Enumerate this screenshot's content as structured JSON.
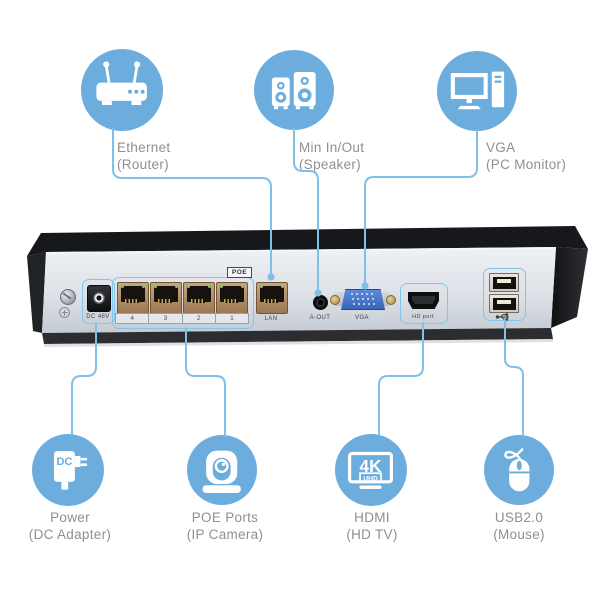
{
  "callouts": {
    "ethernet": {
      "line1": "Ethernet",
      "line2": "(Router)"
    },
    "speaker": {
      "line1": "Min In/Out",
      "line2": "(Speaker)"
    },
    "vga": {
      "line1": "VGA",
      "line2": "(PC Monitor)"
    },
    "power": {
      "line1": "Power",
      "line2": "(DC Adapter)"
    },
    "poe": {
      "line1": "POE Ports",
      "line2": "(IP Camera)"
    },
    "hdmi": {
      "line1": "HDMI",
      "line2": "(HD TV)"
    },
    "usb": {
      "line1": "USB2.0",
      "line2": "(Mouse)"
    }
  },
  "device": {
    "dc_label": "DC 48V",
    "poe_tag": "POE",
    "poe_numbers": [
      "4",
      "3",
      "2",
      "1"
    ],
    "lan_label": "LAN",
    "aout_label": "A-OUT",
    "vga_label": "VGA",
    "hdmi_label": "HD port"
  },
  "icon_text": {
    "dc": "DC",
    "fourk": "4K",
    "uhd": "UHD"
  },
  "colors": {
    "circle_blue": "#6cadde",
    "line_blue": "#7fc0e8",
    "label_gray": "#8f8f8f"
  }
}
